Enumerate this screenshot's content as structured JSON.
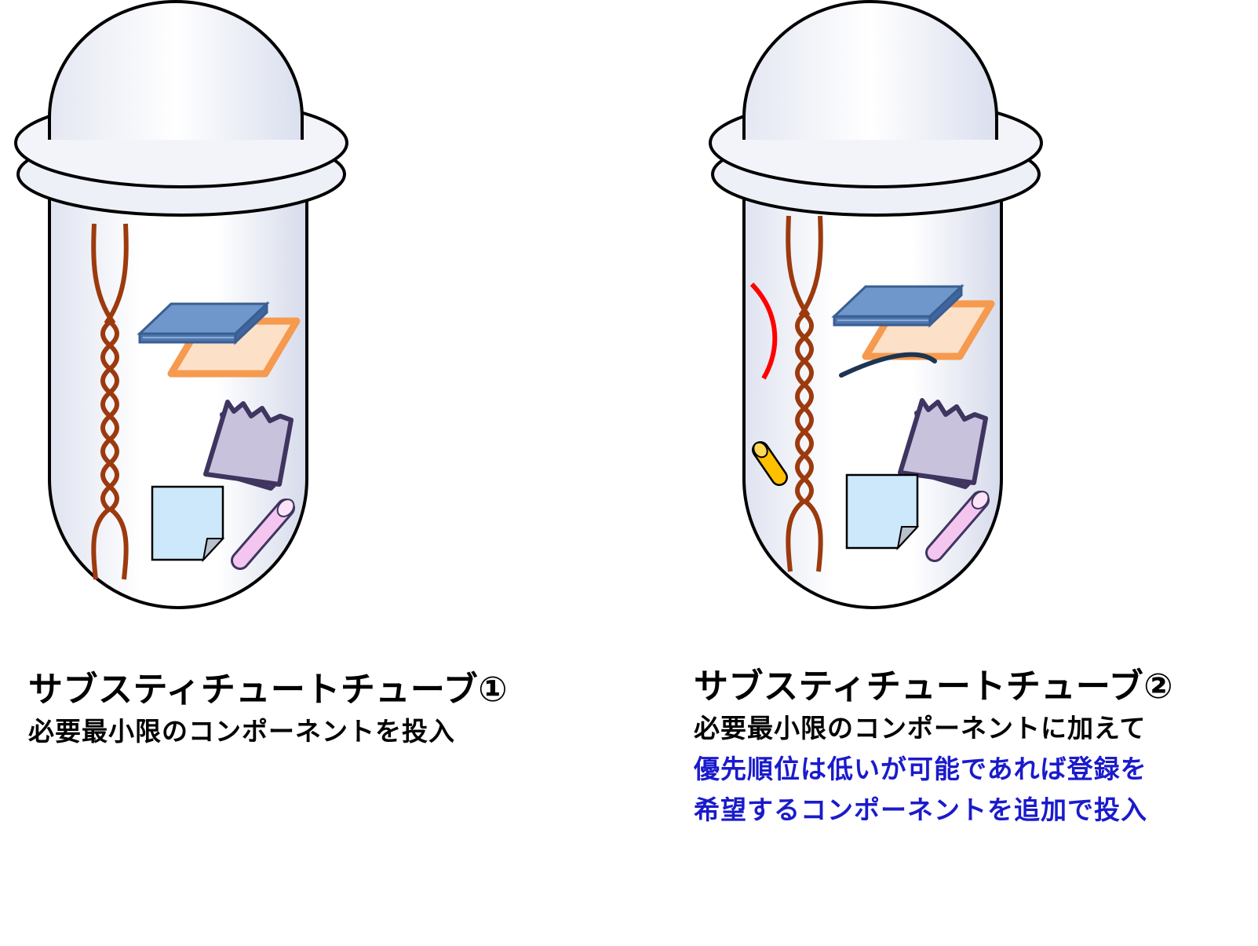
{
  "tube1": {
    "title": "サブスティチュートチューブ①",
    "desc": "必要最小限のコンポーネントを投入"
  },
  "tube2": {
    "title": "サブスティチュートチューブ②",
    "desc_line1": "必要最小限のコンポーネントに加えて",
    "desc_line2": "優先順位は低いが可能であれば登録を",
    "desc_line3": "希望するコンポーネントを追加で投入"
  },
  "colors": {
    "tube_outline": "#000000",
    "tube_fill": "#eef0f8",
    "twisted_wire": "#9c3a0e",
    "chip_fill": "#6f97cc",
    "chip_edge": "#3a5e91",
    "orange_frame": "#f59a4e",
    "orange_fill": "#fde0c8",
    "purple_paper_fill": "#c9c2dc",
    "purple_paper_edge": "#3f3560",
    "note_fill": "#cde8fb",
    "pink_rod": "#f4c6ef",
    "red_wire": "#ff0000",
    "navy_wire": "#1d3553",
    "yellow_capsule": "#ffc000",
    "highlight_text": "#1a1acc"
  }
}
